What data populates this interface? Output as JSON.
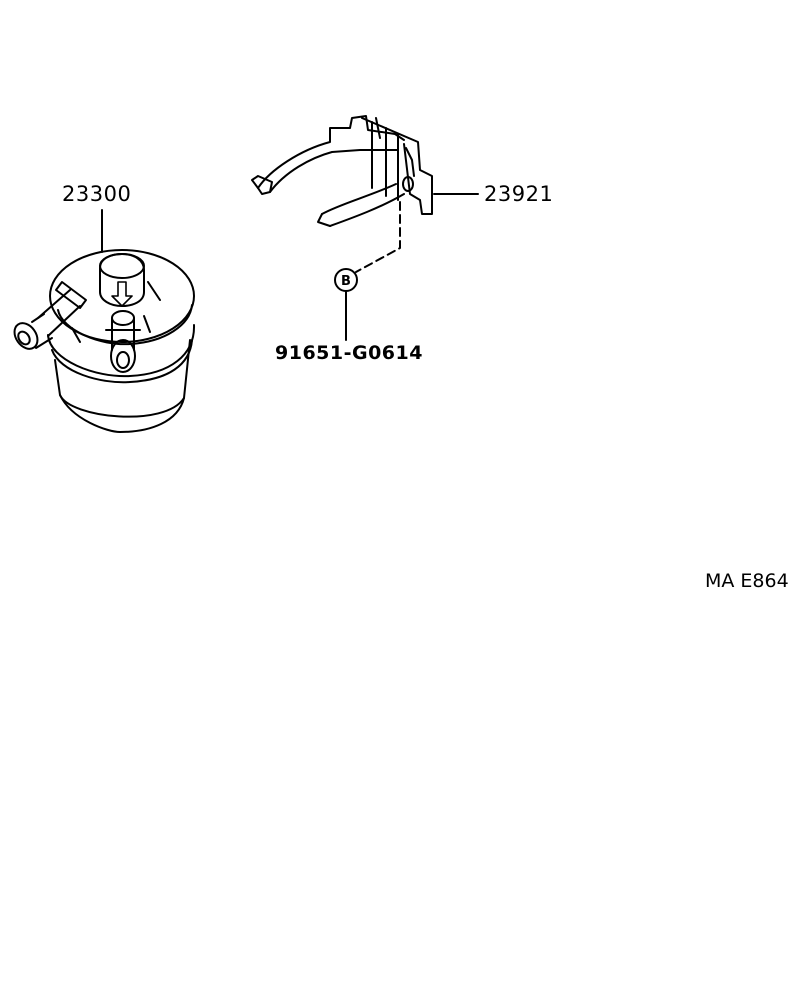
{
  "parts": {
    "fuel_filter": {
      "number": "23300"
    },
    "bracket": {
      "number": "23921"
    },
    "bolt": {
      "number": "91651-G0614"
    }
  },
  "callout": {
    "letter": "B"
  },
  "reference_code": "MA E864",
  "colors": {
    "line": "#000000",
    "background": "#ffffff"
  }
}
